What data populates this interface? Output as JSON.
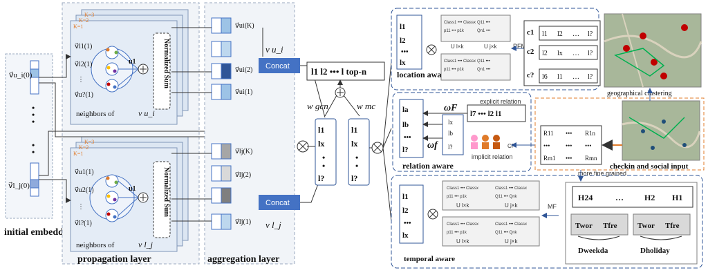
{
  "left": {
    "initial_embeddings": "initial embeddings",
    "vu0": "v⃗u_i(0)",
    "vl0": "v⃗l_j(0)"
  },
  "propagation": {
    "label": "propagation layer",
    "k1": "K=1",
    "k2": "K=2",
    "k3": "K=3",
    "normalized_sum": "Normalized Sum",
    "u1": "u1",
    "neighbors_u": "neighbors of",
    "neighbors_l": "neighbors of",
    "v_ui": "v u_i",
    "v_lj": "v l_j"
  },
  "aggregation": {
    "label": "aggregation layer",
    "concat": "Concat",
    "out_u": "v u_i",
    "out_l": "v l_j"
  },
  "center": {
    "w_gcn": "w gcn",
    "w_mc": "w mc",
    "top_list": "l1 l2 ••• l top-n"
  },
  "location": {
    "label": "location aware",
    "pfm": "PFM",
    "clusters": [
      "c1",
      "c2",
      "c?"
    ],
    "row1": [
      "l1",
      "l2",
      "…",
      "l?"
    ],
    "row2": [
      "l2",
      "lx",
      "…",
      "l?"
    ],
    "row3": [
      "l6",
      "l1",
      "…",
      "l?"
    ],
    "geo": "geographical clustering"
  },
  "relation": {
    "label": "relation aware",
    "explicit": "explicit relation",
    "implicit": "implicit relation",
    "cf": "CF",
    "omega_F": "ωF",
    "omega_f": "ωf",
    "matrix": [
      "R11",
      "•••",
      "R1n",
      "•••",
      "•••",
      "•••",
      "Rm1",
      "•••",
      "Rmn"
    ]
  },
  "checkin": {
    "label": "checkin and social input",
    "more": "more fine grained"
  },
  "temporal": {
    "label": "temporal aware",
    "mf": "MF",
    "hours": [
      "H24",
      "…",
      "H2",
      "H1"
    ],
    "twor": "Twor",
    "tfre": "Tfre",
    "dweekday": "Dweekda",
    "dholiday": "Dholiday"
  },
  "colors": {
    "accent": "#4472c4",
    "dash": "#2f5597",
    "orange": "#e07b2a",
    "panel": "#dce6f2"
  }
}
